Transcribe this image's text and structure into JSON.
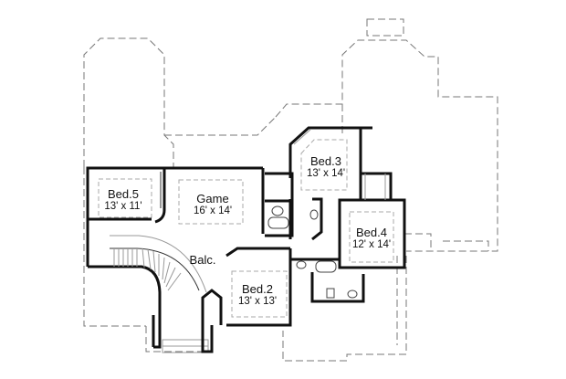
{
  "plan": {
    "rooms": [
      {
        "name": "Bed.5",
        "dims": "13' x 11'"
      },
      {
        "name": "Game",
        "dims": "16' x 14'"
      },
      {
        "name": "Bed.3",
        "dims": "13' x 14'"
      },
      {
        "name": "Bed.4",
        "dims": "12' x 14'"
      },
      {
        "name": "Bed.2",
        "dims": "13' x 13'"
      }
    ],
    "balcony_label": "Balc."
  }
}
